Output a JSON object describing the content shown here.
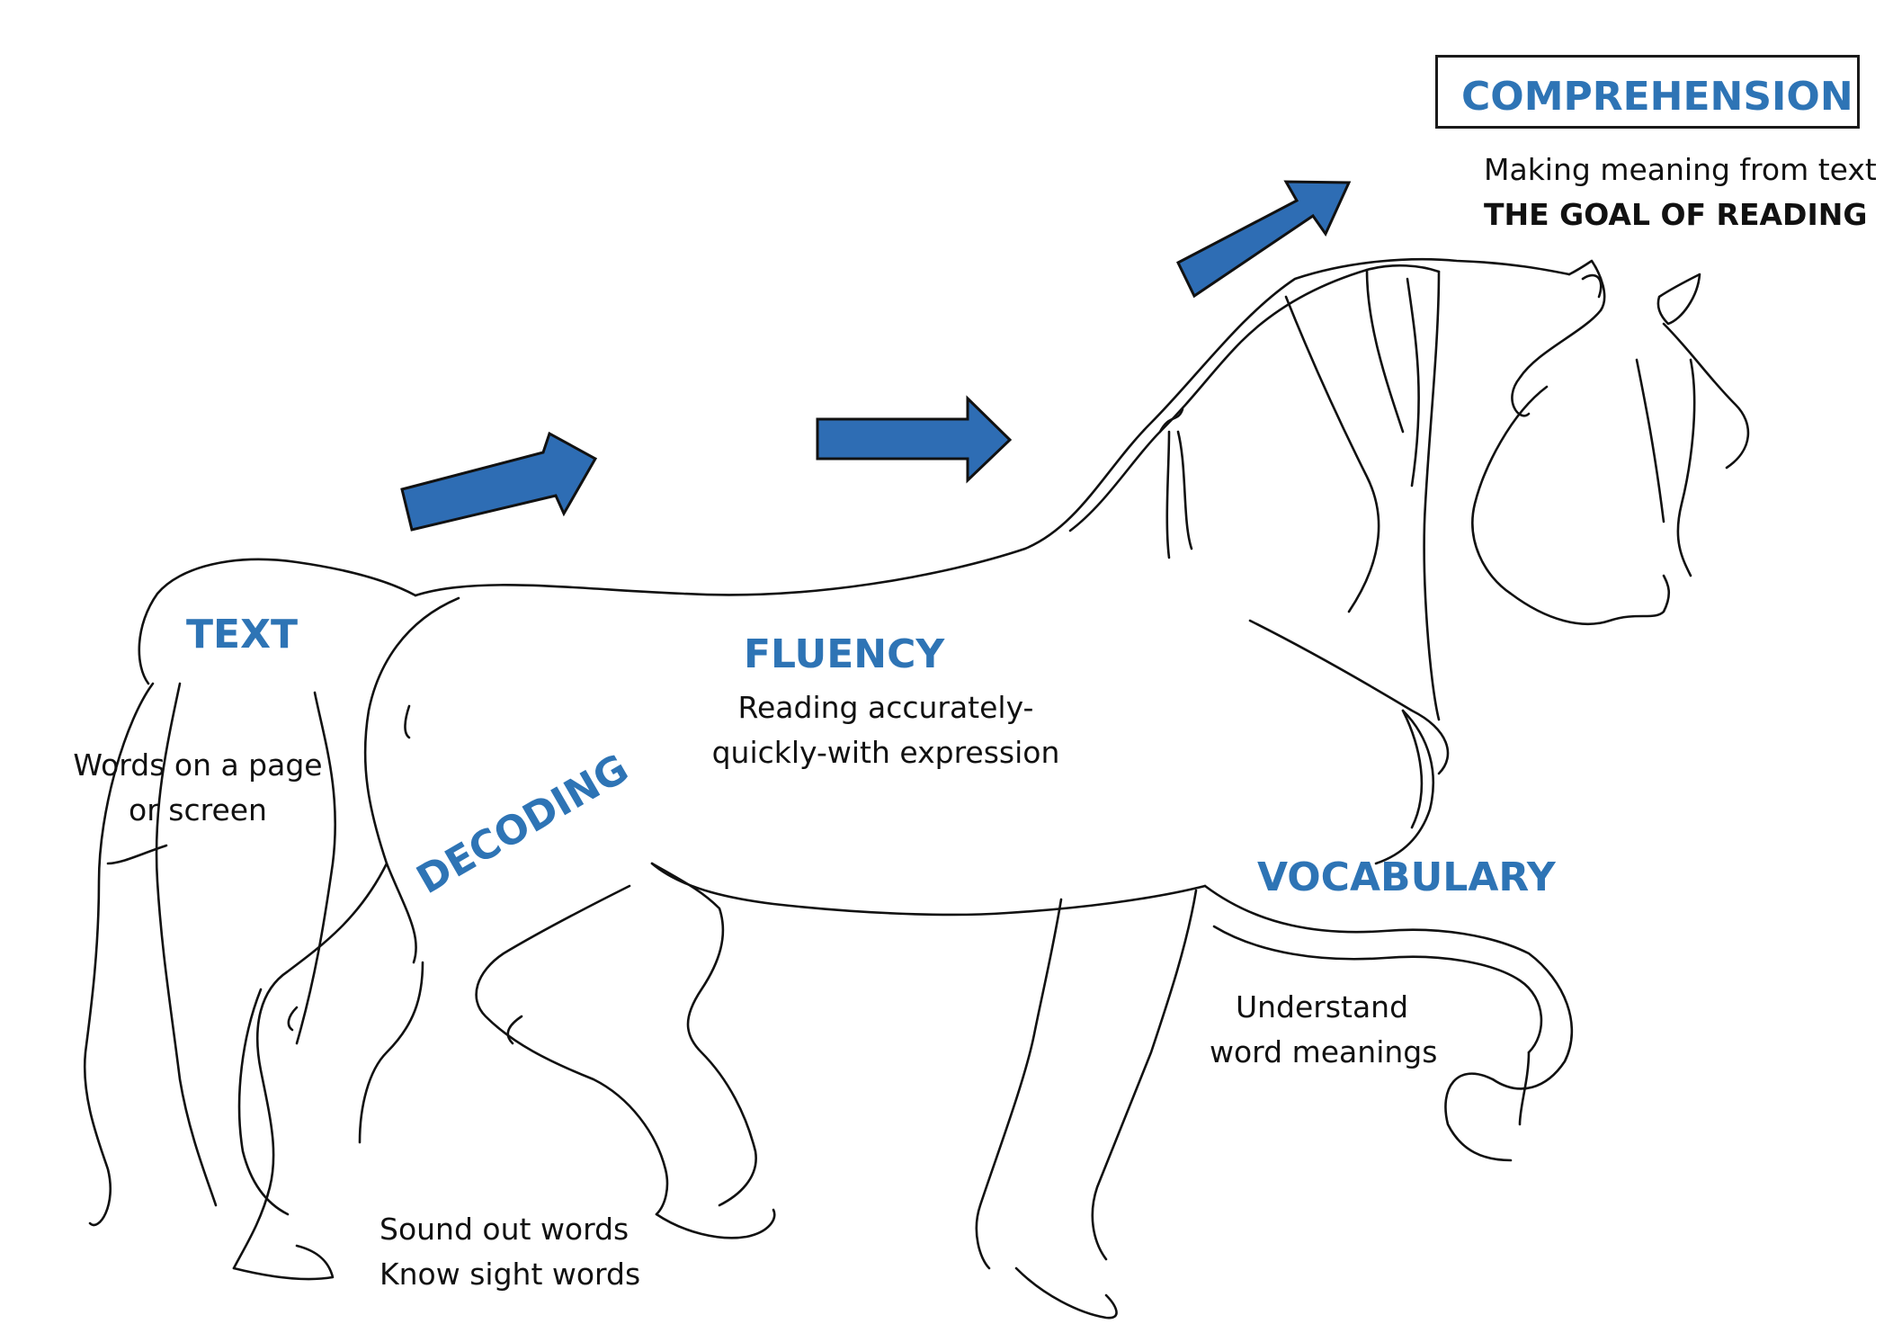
{
  "colors": {
    "heading": "#2e74b5",
    "arrow_fill": "#2e6db4",
    "outline": "#111111"
  },
  "comprehension": {
    "title": "COMPREHENSION",
    "line1": "Making meaning from text",
    "line2": "THE GOAL OF READING"
  },
  "text_section": {
    "title": "TEXT",
    "line1": "Words on a page",
    "line2": "or screen"
  },
  "fluency": {
    "title": "FLUENCY",
    "line1": "Reading accurately-",
    "line2": "quickly-with expression"
  },
  "decoding": {
    "title": "DECODING",
    "line1": "Sound out words",
    "line2": "Know sight words"
  },
  "vocabulary": {
    "title": "VOCABULARY",
    "line1": "Understand",
    "line2": "word meanings"
  },
  "icons": [
    "horse-outline-icon",
    "arrow-right-icon"
  ]
}
